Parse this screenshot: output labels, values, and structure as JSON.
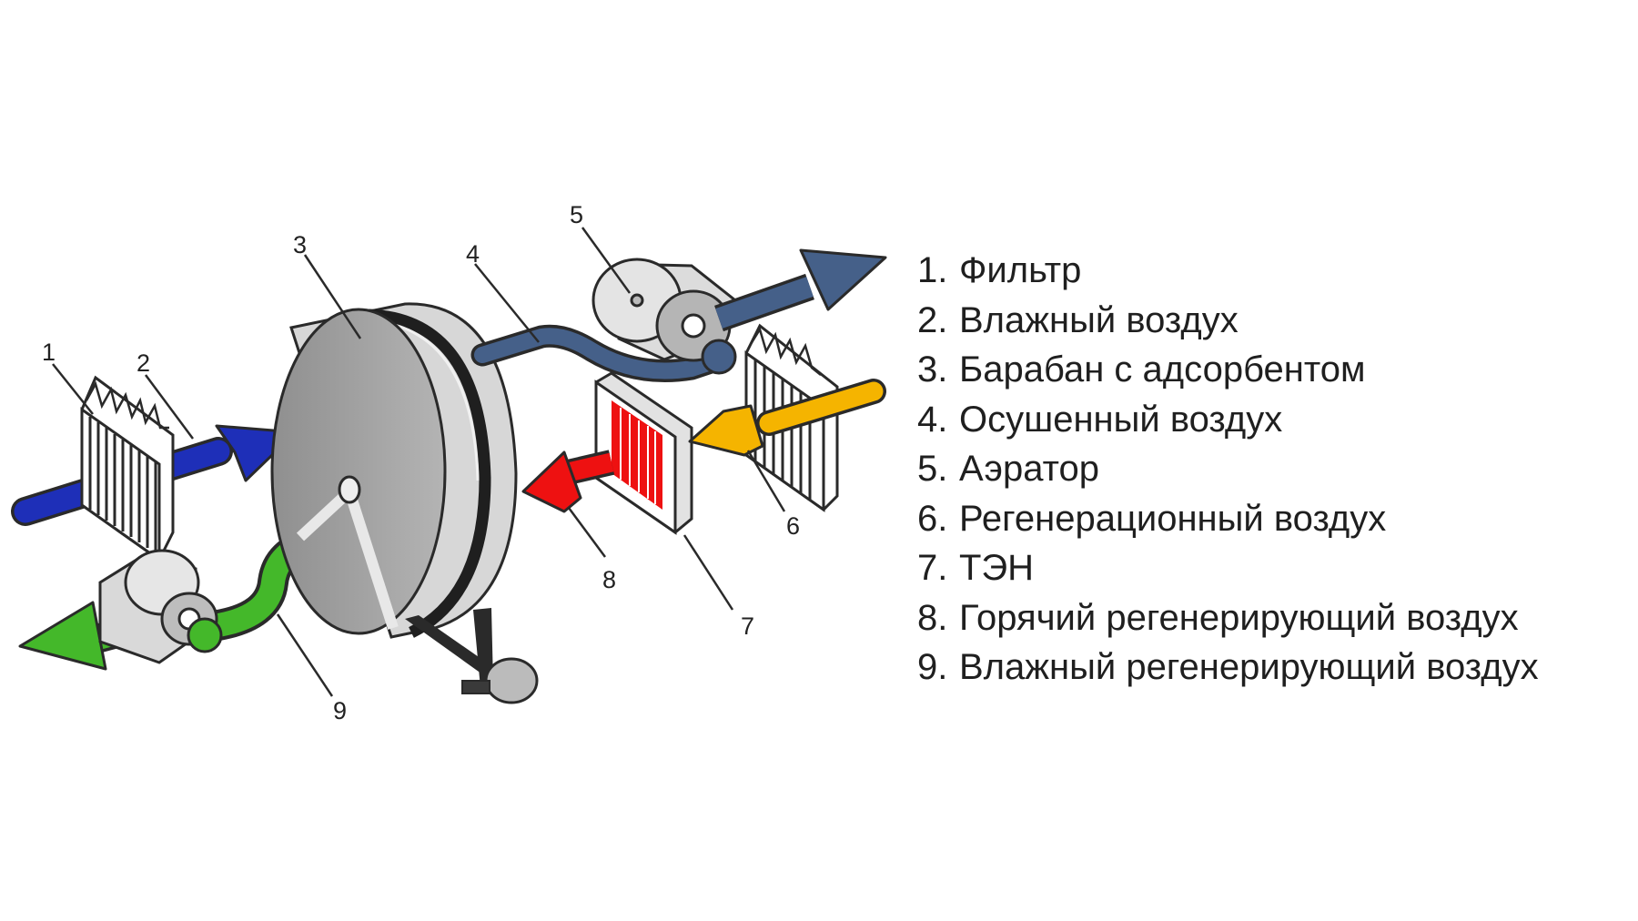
{
  "callouts": {
    "c1": "1",
    "c2": "2",
    "c3": "3",
    "c4": "4",
    "c5": "5",
    "c6": "6",
    "c7": "7",
    "c8": "8",
    "c9": "9"
  },
  "legend": [
    {
      "num": "1.",
      "label": "Фильтр"
    },
    {
      "num": "2.",
      "label": "Влажный воздух"
    },
    {
      "num": "3.",
      "label": "Барабан с адсорбентом"
    },
    {
      "num": "4.",
      "label": "Осушенный воздух"
    },
    {
      "num": "5.",
      "label": "Аэратор"
    },
    {
      "num": "6.",
      "label": "Регенерационный воздух"
    },
    {
      "num": "7.",
      "label": "ТЭН"
    },
    {
      "num": "8.",
      "label": "Горячий регенерирующий воздух"
    },
    {
      "num": "9.",
      "label": "Влажный регенерирующий воздух"
    }
  ],
  "colors": {
    "humid_air": "#1e2fb8",
    "dried_air": "#456089",
    "regen_air": "#f5b400",
    "hot_air": "#ee1111",
    "wet_regen_air": "#44b82a",
    "body_grey": "#a9a9a9",
    "outline": "#2a2a2a"
  }
}
